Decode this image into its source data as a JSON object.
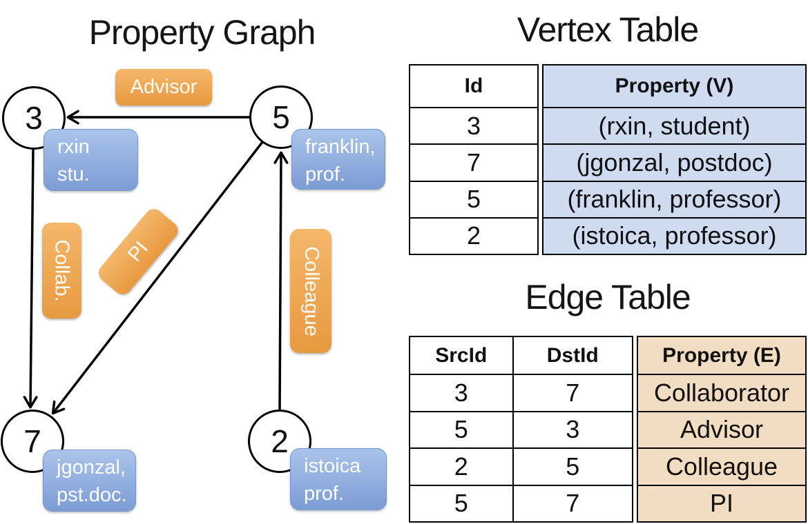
{
  "titles": {
    "property_graph": "Property Graph",
    "vertex_table": "Vertex Table",
    "edge_table": "Edge Table"
  },
  "graph": {
    "nodes": [
      {
        "id": "3",
        "line1": "rxin",
        "line2": "stu."
      },
      {
        "id": "5",
        "line1": "franklin,",
        "line2": "prof."
      },
      {
        "id": "7",
        "line1": "jgonzal,",
        "line2": "pst.doc."
      },
      {
        "id": "2",
        "line1": "istoica",
        "line2": "prof."
      }
    ],
    "edge_labels": {
      "advisor": "Advisor",
      "collab": "Collab.",
      "pi": "PI",
      "colleague": "Colleague"
    }
  },
  "vertex_table": {
    "headers": {
      "id": "Id",
      "property": "Property (V)"
    },
    "rows": [
      {
        "id": "3",
        "property": "(rxin, student)"
      },
      {
        "id": "7",
        "property": "(jgonzal, postdoc)"
      },
      {
        "id": "5",
        "property": "(franklin, professor)"
      },
      {
        "id": "2",
        "property": "(istoica, professor)"
      }
    ]
  },
  "edge_table": {
    "headers": {
      "src": "SrcId",
      "dst": "DstId",
      "property": "Property (E)"
    },
    "rows": [
      {
        "src": "3",
        "dst": "7",
        "property": "Collaborator"
      },
      {
        "src": "5",
        "dst": "3",
        "property": "Advisor"
      },
      {
        "src": "2",
        "dst": "5",
        "property": "Colleague"
      },
      {
        "src": "5",
        "dst": "7",
        "property": "PI"
      }
    ]
  },
  "colors": {
    "edge_label_orange_top": "#f4b76b",
    "edge_label_orange_bottom": "#e8993e",
    "vertex_box_blue_top": "#a9c4ea",
    "vertex_box_blue_bottom": "#7d9cd5",
    "vertex_table_cell_bg": "#cfdbf0",
    "edge_table_cell_bg": "#f3ddc2",
    "line_color": "#000000",
    "label_text": "#ffffff"
  }
}
